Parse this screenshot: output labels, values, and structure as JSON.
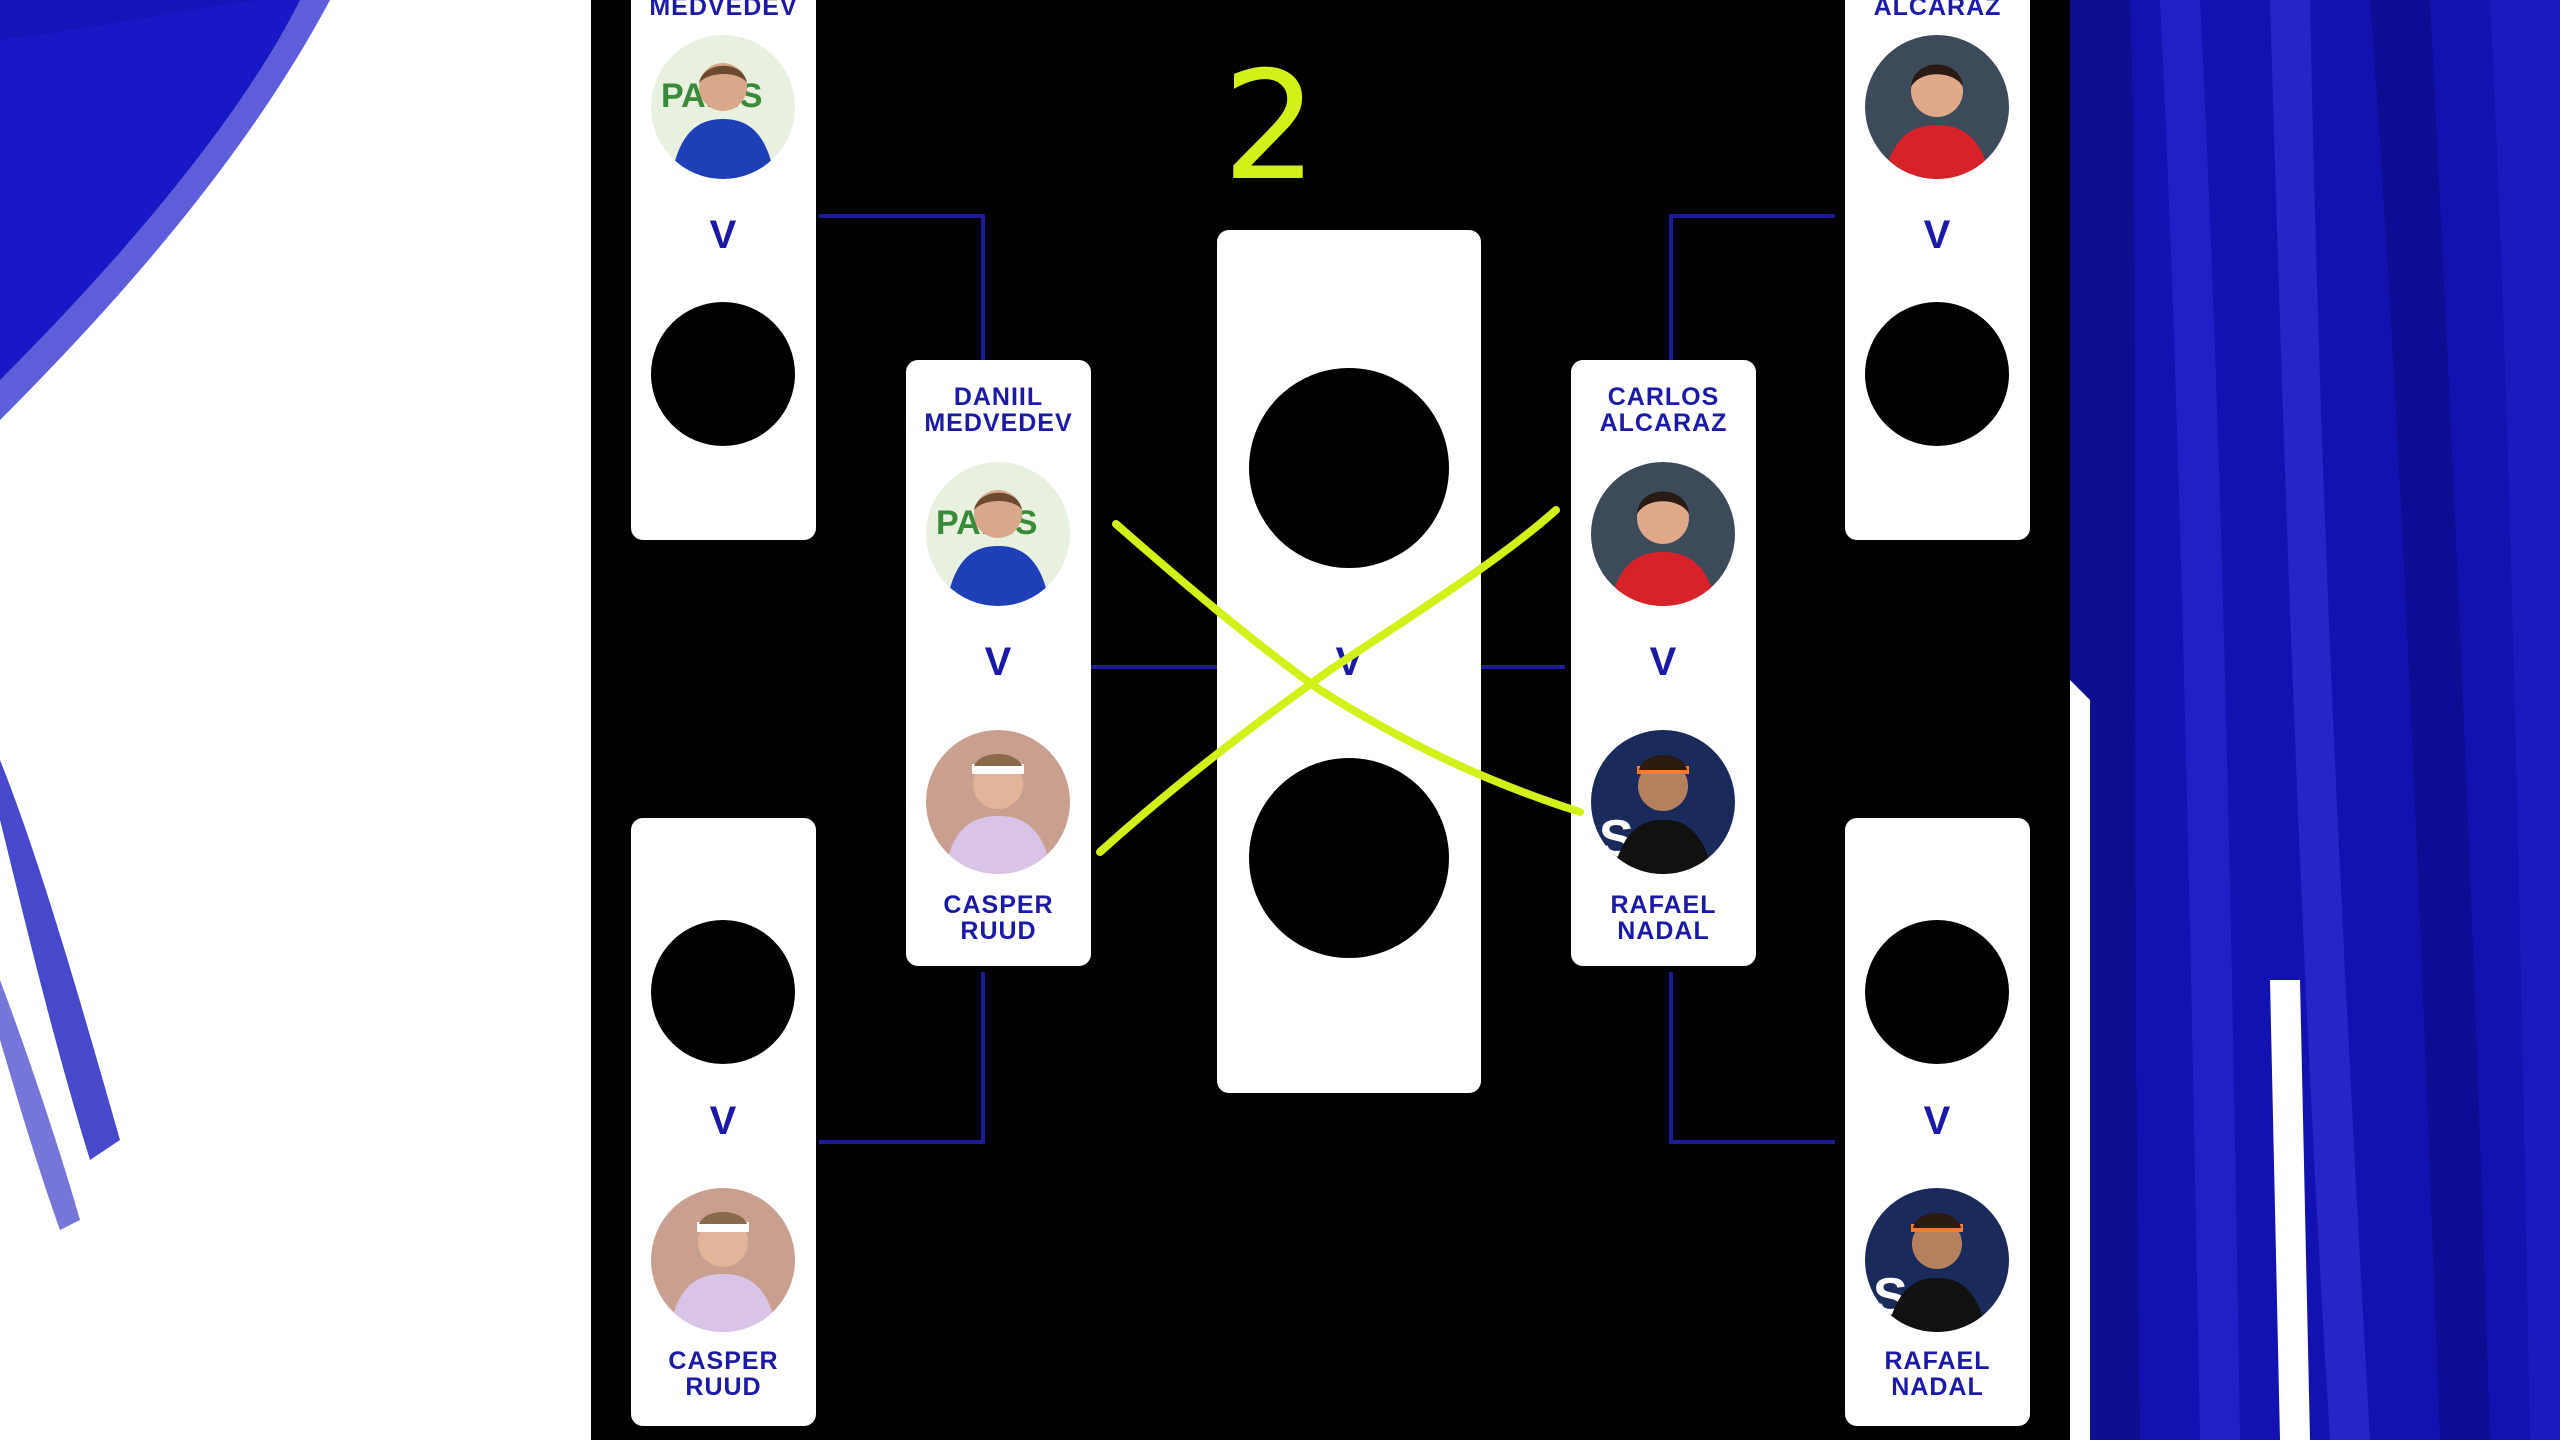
{
  "colors": {
    "background": "#000000",
    "card": "#ffffff",
    "brand_blue": "#1a1aa6",
    "connector": "#1a1a9a",
    "annotation": "#d4f019"
  },
  "annotation": {
    "number": "2"
  },
  "left_half": {
    "top_card": {
      "player_top_name": "MEDVEDEV",
      "vs": "V"
    },
    "bottom_card": {
      "vs": "V",
      "player_bottom_name": "CASPER\nRUUD"
    },
    "semifinal": {
      "player_top_name": "DANIIL\nMEDVEDEV",
      "vs": "V",
      "player_bottom_name": "CASPER\nRUUD"
    }
  },
  "right_half": {
    "top_card": {
      "player_top_name": "ALCARAZ",
      "vs": "V"
    },
    "bottom_card": {
      "vs": "V",
      "player_bottom_name": "RAFAEL\nNADAL"
    },
    "semifinal": {
      "player_top_name": "CARLOS\nALCARAZ",
      "vs": "V",
      "player_bottom_name": "RAFAEL\nNADAL"
    }
  },
  "final": {
    "vs": "V"
  }
}
